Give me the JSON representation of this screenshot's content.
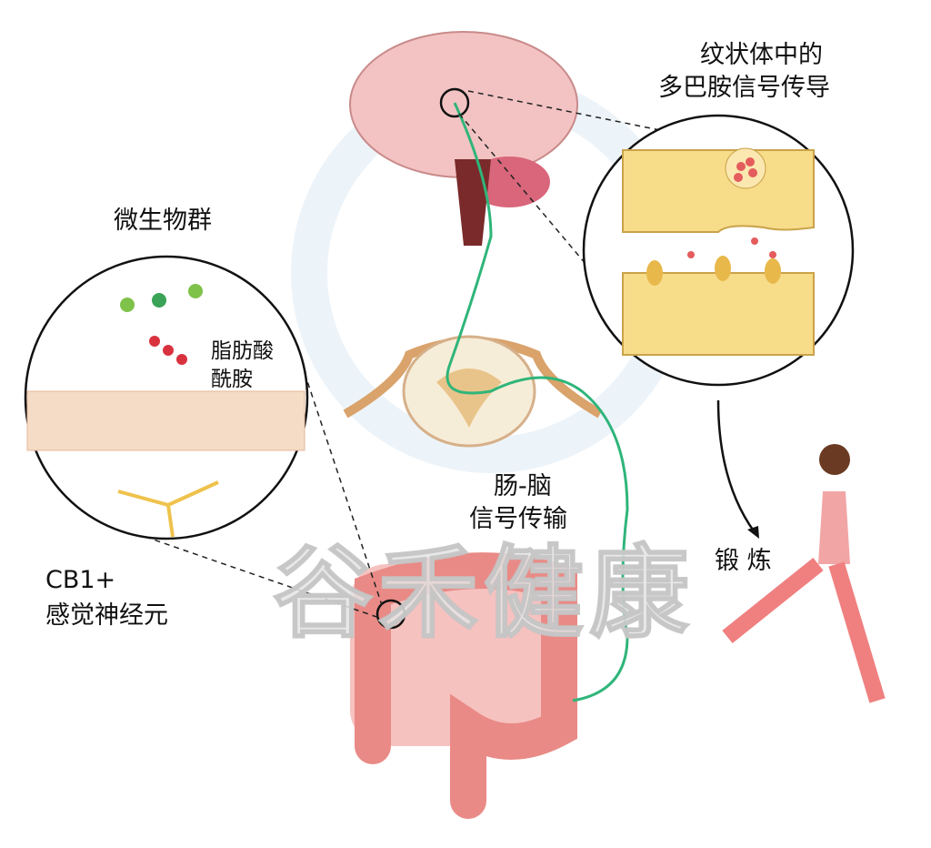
{
  "labels": {
    "striatum": [
      "纹状体中的",
      "多巴胺信号传导"
    ],
    "microbiota": "微生物群",
    "fatty_acid_amide": [
      "脂肪酸",
      "酰胺"
    ],
    "cb1_neuron": [
      "CB1+",
      "感觉神经元"
    ],
    "gut_brain": [
      "肠-脑",
      "信号传输"
    ],
    "exercise": "锻 炼"
  },
  "watermark": "谷禾健康",
  "colors": {
    "nerve": "#2fb57a",
    "brain": "#f1b8b8",
    "gut": "#e98a86",
    "synapse": "#f7dc8a"
  }
}
